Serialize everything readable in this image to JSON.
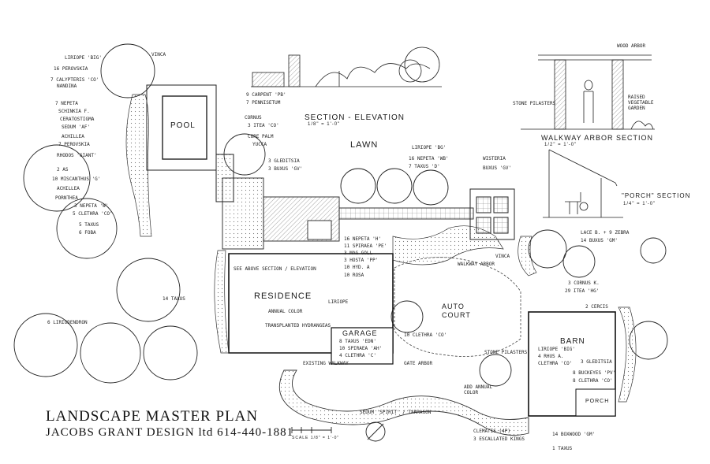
{
  "title": {
    "main": "LANDSCAPE MASTER PLAN",
    "firm": "JACOBS GRANT DESIGN ltd 614-440-1881"
  },
  "areas": {
    "pool": "POOL",
    "lawn": "LAWN",
    "residence": "RESIDENCE",
    "garage": "GARAGE",
    "auto_court": "AUTO COURT",
    "barn": "BARN",
    "porch": "PORCH"
  },
  "sections": {
    "section_elevation": "SECTION - ELEVATION",
    "section_elevation_scale": "1/8\" = 1'-0\"",
    "walkway_arbor_section": "WALKWAY ARBOR SECTION",
    "walkway_arbor_scale": "1/2\" = 1'-0\"",
    "porch_section": "\"PORCH\" SECTION",
    "porch_scale": "1/4\" = 1'-0\"",
    "plan_scale": "SCALE 1/8\" = 1'-0\""
  },
  "plant_labels_left": [
    "LIRIOPE 'BIG'",
    "16 PEROVSKIA",
    "7 CALYPTERIS 'CO'",
    "NANDINA",
    "7 NEPETA",
    "SCHINKIA F.",
    "CERATOSTIGMA",
    "SEDUM 'AF'",
    "ACHILLEA",
    "7 PEROVSKIA",
    "RHODOS 'GIANT'",
    "2 AS",
    "10 MISCANTHUS 'G'",
    "ACHILLEA",
    "PORNTHEA",
    "3 NEPETA 'W'",
    "5 CLETHRA 'CO'",
    "5 TAXUS",
    "6 FOBA",
    "14 TAXUS",
    "6 LIRIODENDRON"
  ],
  "plant_labels_center": [
    "9 CARPENT 'PB'",
    "7 PENNISETUM",
    "CORNUS",
    "3 ITEA 'CO'",
    "CORE PALM",
    "YUCCA",
    "3 GLEDITSIA",
    "3 BUXUS 'GV'",
    "16 NEPETA 'WB'",
    "7 TAXUS 'D'",
    "LIRIOPE 'BG'",
    "SEE ABOVE SECTION / ELEVATION",
    "LIRIOPE",
    "16 NEPETA 'H'",
    "11 SPIRAEA 'PE'",
    "3 MAG GOLL",
    "3 HOSTA 'PP'",
    "10 HYD. A",
    "10 ROSA",
    "ANNUAL COLOR",
    "TRANSPLANTED HYDRANGEAS",
    "8 TAXUS 'EDN'",
    "10 SPIRAEA 'AH'",
    "4 CLETHRA 'C'",
    "EXISTING WALKWAY",
    "GATE ARBOR",
    "10 CLETHRA 'CO'",
    "SEDUM 'SPIRIT' / TARRAGON"
  ],
  "plant_labels_right": [
    "WOOD ARBOR",
    "STONE PILASTERS",
    "RAISED VEGETABLE GARDEN",
    "WISTERIA",
    "BUXUS 'GV'",
    "WALKWAY ARBOR",
    "VINCA",
    "LACE B. + 9 ZEBRA",
    "14 BUXUS 'GM'",
    "3 CORNUS K.",
    "29 ITEA 'HG'",
    "2 CERCIS",
    "LIRIOPE 'BIG'",
    "4 RHUS A.",
    "CLETHRA 'CO'",
    "3 GLEDITSIA",
    "8 BUCKEYES 'PV'",
    "8 CLETHRA 'CO'",
    "STONE PILASTERS",
    "ADD ANNUAL COLOR",
    "CLEMATIS (4P)",
    "3 ESCALLATED KINGS",
    "14 BOXWOOD 'GM'",
    "1 TAXUS",
    "VINCA"
  ],
  "colors": {
    "ink": "#1a1a1a",
    "paper": "#ffffff",
    "hatch": "#555555"
  }
}
